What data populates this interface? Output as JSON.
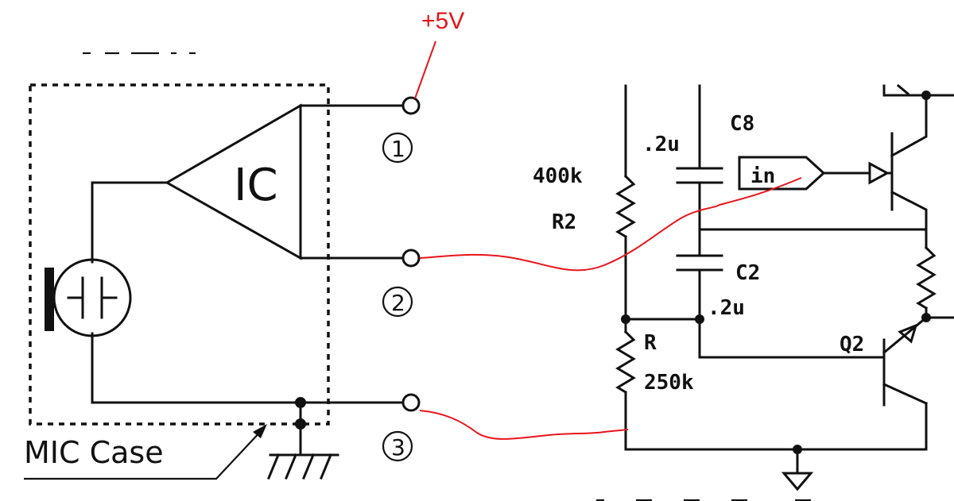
{
  "supply_label": "+5V",
  "ic_label": "IC",
  "mic_case_label": "MIC Case",
  "terminals": [
    "1",
    "2",
    "3"
  ],
  "components": {
    "c8": {
      "name": "C8",
      "value": ".2u"
    },
    "r2": {
      "name": "R2",
      "value": "400k"
    },
    "c2": {
      "name": "C2",
      "value": ".2u"
    },
    "r": {
      "name": "R",
      "value": "250k"
    },
    "q2": {
      "name": "Q2"
    },
    "input": {
      "label": "in"
    }
  },
  "colors": {
    "ink": "#111111",
    "annotation": "#e8141b"
  }
}
